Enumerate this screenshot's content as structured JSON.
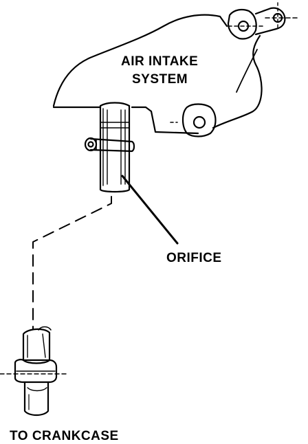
{
  "labels": {
    "air_intake_line1": "AIR INTAKE",
    "air_intake_line2": "SYSTEM",
    "orifice": "ORIFICE",
    "to_crankcase": "TO CRANKCASE"
  }
}
